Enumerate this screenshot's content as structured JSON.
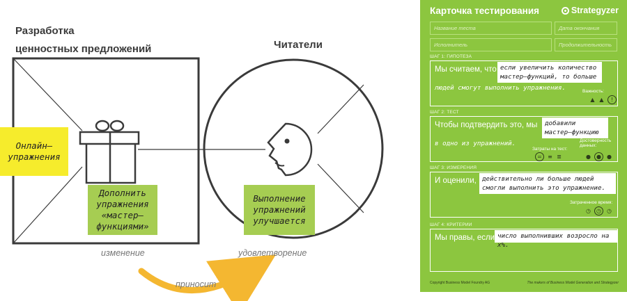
{
  "left": {
    "title_line1": "Разработка",
    "title_line2": "ценностных предложений",
    "readers_title": "Читатели",
    "online_sticky": "Онлайн–\nупражнения",
    "gain_creator_sticky": "Дополнить\nупражнения\n«мастер–\nфункциями»",
    "gain_sticky": "Выполнение\nупражнений\nулучшается",
    "caption_change": "изменение",
    "caption_satisfaction": "удовлетворение",
    "caption_brings": "приносит"
  },
  "colors": {
    "yellow": "#f6ec2c",
    "green": "#a6cd52",
    "card_green": "#8cc63f",
    "arrow": "#f4b731",
    "line": "#3a3a3a"
  },
  "card": {
    "title": "Карточка тестирования",
    "brand": "Strategyzer",
    "fields": {
      "test_name": "Название теста",
      "deadline": "Дата окончания",
      "executor": "Исполнитель",
      "duration": "Продолжительность"
    },
    "step1": {
      "label": "ШАГ 1: ГИПОТЕЗА",
      "prefix": "Мы считаем, что",
      "note": "если увеличить количество\nмастер–функций, то больше",
      "continuation": "людей смогут выполнить упражнения.",
      "metric_label": "Важность:"
    },
    "step2": {
      "label": "ШАГ 2: ТЕСТ",
      "prefix": "Чтобы подтвердить это, мы",
      "note": "добавили\nмастер–функцию",
      "continuation": "в одно из упражнений.",
      "cost_label": "Затраты на тест:",
      "reliability_label": "Достоверность\nданных:"
    },
    "step3": {
      "label": "ШАГ 3: ИЗМЕРЕНИЯ",
      "prefix": "И оценили,",
      "note": "действительно ли больше людей\nсмогли выполнить это упражнение.",
      "time_label": "Затраченное время:"
    },
    "step4": {
      "label": "ШАГ 4: КРИТЕРИИ",
      "prefix": "Мы правы, если",
      "note": "число выполнивших возросло на x%."
    },
    "footer_left": "Copyright Business Model Foundry AG",
    "footer_right": "The makers of Business Model Generation and Strategyzer"
  }
}
